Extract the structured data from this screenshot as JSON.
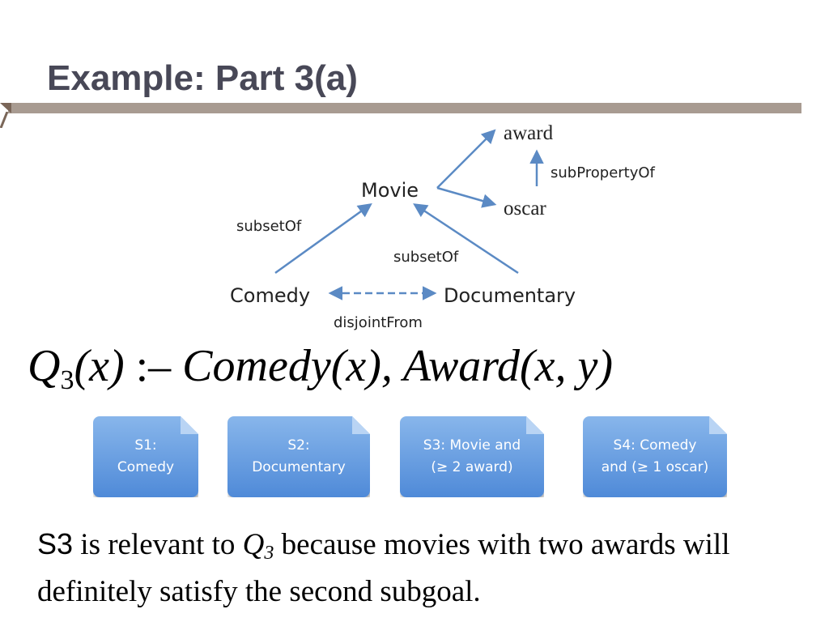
{
  "title": "Example: Part 3(a)",
  "diagram": {
    "nodes": {
      "movie": "Movie",
      "award": "award",
      "oscar": "oscar",
      "comedy": "Comedy",
      "documentary": "Documentary"
    },
    "edges": {
      "sub_property_of": "subPropertyOf",
      "comedy_subset_of": "subsetOf",
      "documentary_subset_of": "subsetOf",
      "disjoint_from": "disjointFrom"
    }
  },
  "query": {
    "q": "Q",
    "q_sub": "3",
    "head_args": "(x)",
    "neck": " :– ",
    "pred1": "Comedy",
    "pred1_args": "(x), ",
    "pred2": "Award",
    "pred2_args": "(x, y)"
  },
  "boxes": [
    {
      "line1": "S1:",
      "line2": "Comedy"
    },
    {
      "line1": "S2:",
      "line2": "Documentary"
    },
    {
      "line1": "S3: Movie and",
      "line2": "(≥ 2 award)"
    },
    {
      "line1": "S4: Comedy",
      "line2": "and (≥ 1 oscar)"
    }
  ],
  "explanation": {
    "s3": "S3",
    "part1": " is relevant to ",
    "q": "Q",
    "q_sub": "3",
    "part2": " because movies with two awards will definitely satisfy the second subgoal."
  },
  "colors": {
    "title": "#484857",
    "rule": "#a89b91",
    "arrow": "#5b8ac4",
    "box_top": "#88b6eb",
    "box_bottom": "#4f8ad8"
  }
}
